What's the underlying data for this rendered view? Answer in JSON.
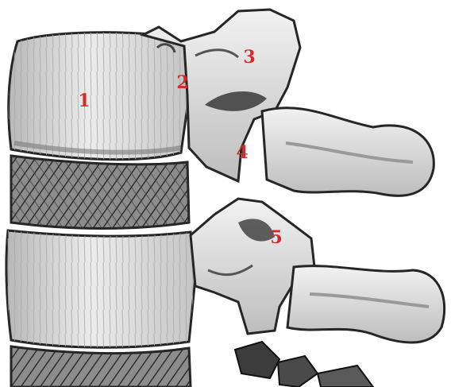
{
  "labels": [
    {
      "id": "1",
      "text": "1"
    },
    {
      "id": "2",
      "text": "2"
    },
    {
      "id": "3",
      "text": "3"
    },
    {
      "id": "4",
      "text": "4"
    },
    {
      "id": "5",
      "text": "5"
    }
  ],
  "colors": {
    "label": "#d42a2a",
    "bone_fill": "#e6e6e6",
    "bone_shadow": "#9a9a9a",
    "outline": "#262626",
    "disc": "#707070",
    "background": "#ffffff"
  }
}
